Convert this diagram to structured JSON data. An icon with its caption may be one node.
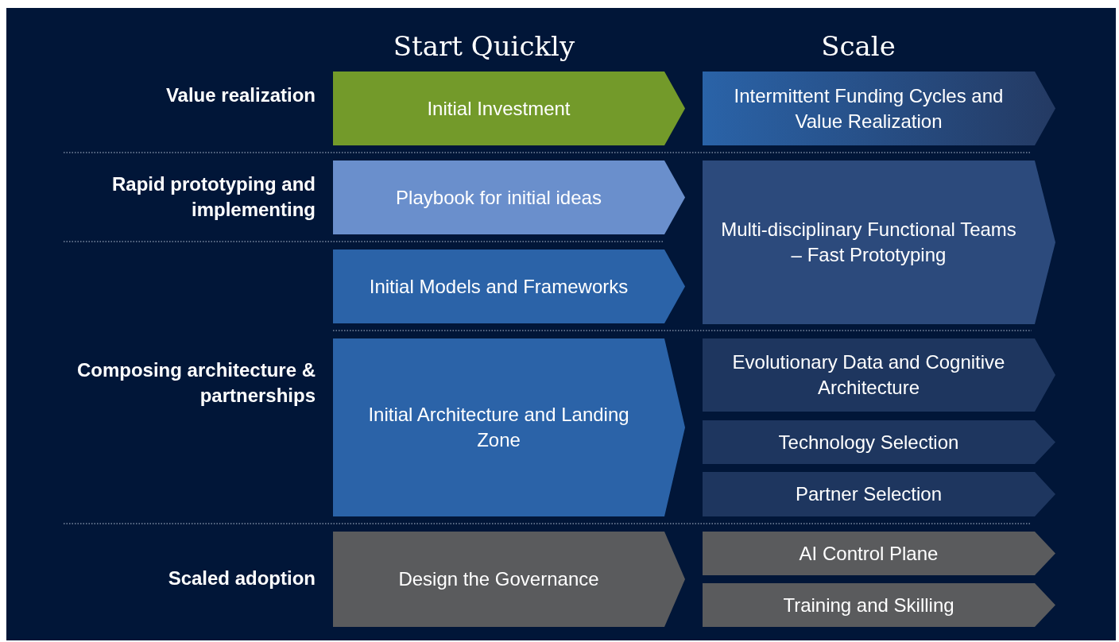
{
  "diagram": {
    "nodes": [
      {
        "text": [
          "Initial Investment"
        ]
      },
      {
        "text": [
          "Intermittent Funding Cycles and Value Realization"
        ]
      },
      {
        "text": [
          "Playbook for initial ideas"
        ]
      },
      {
        "text": [
          "Multi-disciplinary Functional Teams – Fast Prototyping"
        ]
      },
      {
        "text": [
          "Initial Models and Frameworks"
        ]
      },
      {
        "text": [
          "Initial Architecture and Landing Zone"
        ]
      },
      {
        "text": [
          "Evolutionary Data and Cognitive Architecture"
        ]
      },
      {
        "text": [
          "Technology Selection"
        ]
      },
      {
        "text": [
          "Partner Selection"
        ]
      },
      {
        "text": [
          "Design the Governance"
        ]
      },
      {
        "text": [
          "AI Control Plane"
        ]
      },
      {
        "text": [
          "Training and Skilling"
        ]
      }
    ],
    "labels": [
      "Start Quickly",
      "Scale",
      "Value realization",
      "Rapid prototyping and implementing",
      "Composing architecture & partnerships",
      "Scaled adoption"
    ]
  }
}
